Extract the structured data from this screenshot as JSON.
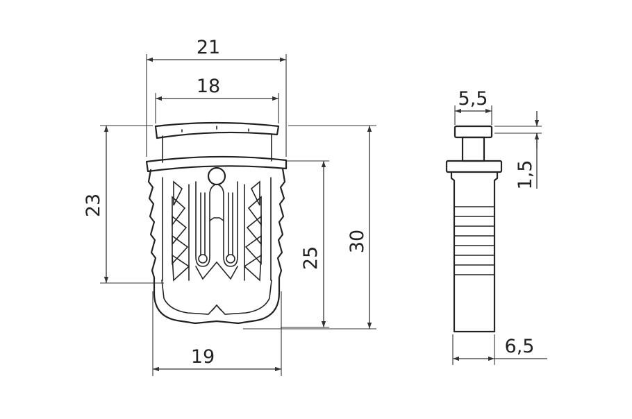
{
  "dimensions": {
    "width_top": "21",
    "width_inner": "18",
    "width_bottom": "19",
    "height_left": "23",
    "height_mid": "25",
    "height_total": "30",
    "side_head_width": "5,5",
    "side_collar": "1,5",
    "side_body_width": "6,5"
  }
}
